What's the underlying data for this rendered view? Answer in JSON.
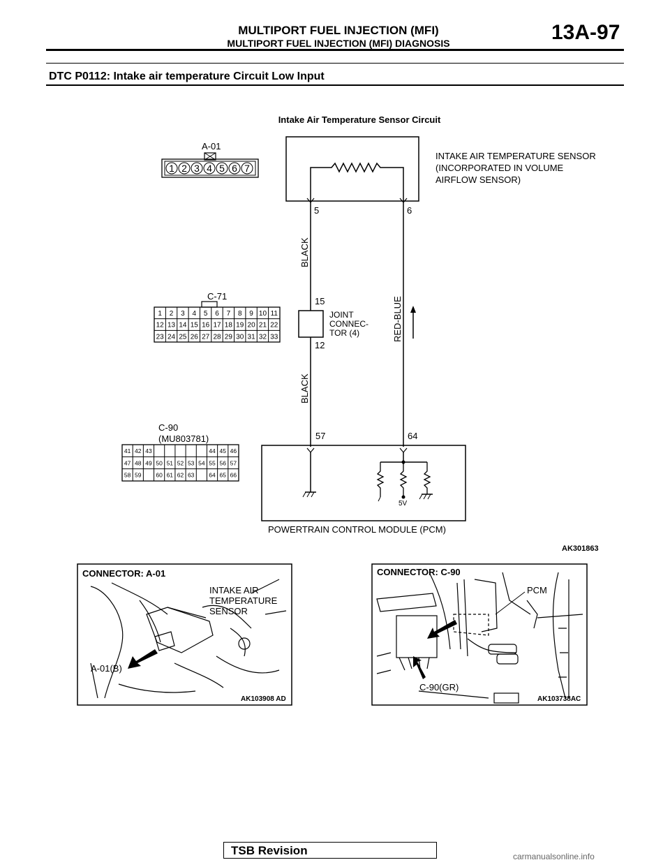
{
  "header": {
    "title": "MULTIPORT FUEL INJECTION (MFI)",
    "subtitle": "MULTIPORT FUEL INJECTION (MFI) DIAGNOSIS",
    "page_number": "13A-97"
  },
  "dtc_heading": "DTC P0112: Intake air temperature Circuit Low Input",
  "diagram": {
    "title": "Intake Air Temperature Sensor Circuit",
    "connector_a01": {
      "label": "A-01",
      "pins": [
        "1",
        "2",
        "3",
        "4",
        "5",
        "6",
        "7"
      ]
    },
    "connector_c71": {
      "label": "C-71",
      "rows": [
        [
          "1",
          "2",
          "3",
          "4",
          "5",
          "6",
          "7",
          "8",
          "9",
          "10",
          "11"
        ],
        [
          "12",
          "13",
          "14",
          "15",
          "16",
          "17",
          "18",
          "19",
          "20",
          "21",
          "22"
        ],
        [
          "23",
          "24",
          "25",
          "26",
          "27",
          "28",
          "29",
          "30",
          "31",
          "32",
          "33"
        ]
      ]
    },
    "connector_c90": {
      "label": "C-90",
      "part": "(MU803781)",
      "rows": [
        [
          "41",
          "42",
          "43",
          "",
          "",
          "",
          "",
          "",
          "44",
          "45",
          "46"
        ],
        [
          "47",
          "48",
          "49",
          "50",
          "51",
          "52",
          "53",
          "54",
          "55",
          "56",
          "57"
        ],
        [
          "58",
          "59",
          "",
          "60",
          "61",
          "62",
          "63",
          "",
          "64",
          "65",
          "66"
        ]
      ]
    },
    "sensor_label": [
      "INTAKE AIR TEMPERATURE SENSOR",
      "(INCORPORATED IN VOLUME",
      "AIRFLOW SENSOR)"
    ],
    "pin_5": "5",
    "pin_6": "6",
    "pin_15": "15",
    "pin_12": "12",
    "pin_57": "57",
    "pin_64": "64",
    "wire_black_upper": "BLACK",
    "wire_black_lower": "BLACK",
    "wire_red_blue": "RED-BLUE",
    "joint_label": [
      "JOINT",
      "CONNEC-",
      "TOR (4)"
    ],
    "voltage": "5V",
    "pcm_label": "POWERTRAIN CONTROL MODULE (PCM)",
    "figure_code": "AK301863"
  },
  "photo_left": {
    "title": "CONNECTOR: A-01",
    "sensor_text": [
      "INTAKE AIR",
      "TEMPERATURE",
      "SENSOR"
    ],
    "connector_tag": "A-01(B)",
    "figure_code": "AK103908 AD"
  },
  "photo_right": {
    "title": "CONNECTOR: C-90",
    "pcm_text": "PCM",
    "connector_tag": "C-90(GR)",
    "figure_code": "AK103738AC"
  },
  "footer": {
    "tsb": "TSB Revision",
    "watermark": "carmanualsonline.info"
  }
}
